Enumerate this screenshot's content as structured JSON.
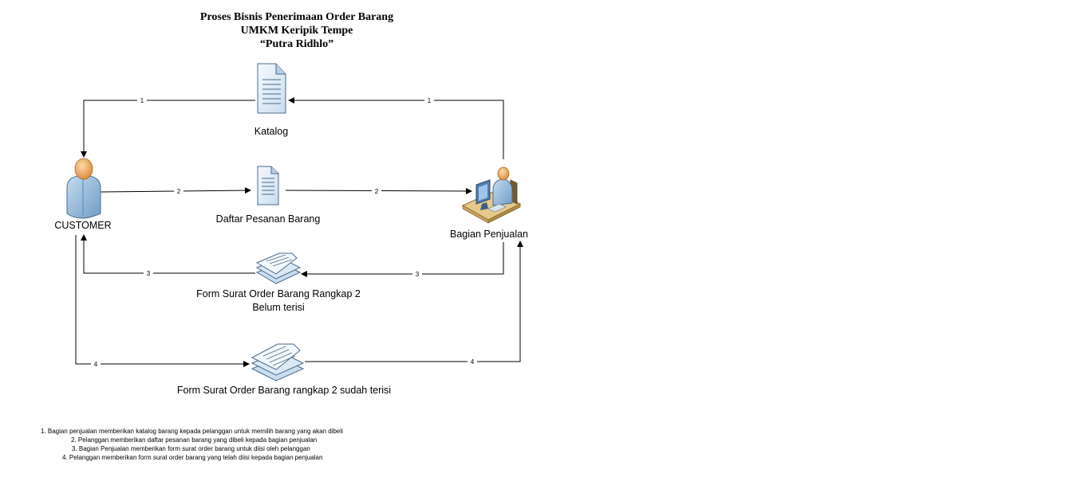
{
  "title": {
    "line1": "Proses Bisnis Penerimaan Order Barang",
    "line2": "UMKM Keripik Tempe",
    "line3": "“Putra Ridhlo”"
  },
  "actors": {
    "customer": {
      "label": "CUSTOMER",
      "icon": "person-icon"
    },
    "sales": {
      "label": "Bagian Penjualan",
      "icon": "person-at-computer-icon"
    }
  },
  "documents": {
    "katalog": {
      "label": "Katalog",
      "icon": "document-icon"
    },
    "daftar_pesanan": {
      "label": "Daftar Pesanan Barang",
      "icon": "document-icon"
    },
    "form_kosong": {
      "label_line1": "Form Surat Order Barang Rangkap 2",
      "label_line2": "Belum terisi",
      "icon": "multi-document-icon"
    },
    "form_terisi": {
      "label": "Form Surat Order Barang rangkap 2 sudah terisi",
      "icon": "multi-document-icon"
    }
  },
  "flows": {
    "f1a": "1",
    "f1b": "1",
    "f2a": "2",
    "f2b": "2",
    "f3a": "3",
    "f3b": "3",
    "f4a": "4",
    "f4b": "4"
  },
  "notes": [
    "1. Bagian penjualan memberikan katalog barang kepada pelanggan untuk memilih barang yang akan dibeli",
    "2. Pelanggan memberikan daftar pesanan barang yang dibeli kepada bagian penjualan",
    "3. Bagian Penjualan memberikan form surat order barang untuk diisi oleh pelanggan",
    "4. Pelanggan memberikan form surat order barang yang telah diisi kepada bagian penjualan"
  ],
  "colors": {
    "doc_fill": "#dbe9f5",
    "doc_stroke": "#4a6b8a",
    "skin": "#f0b472",
    "shirt": "#8fb8dc",
    "desk": "#e6c98a"
  }
}
